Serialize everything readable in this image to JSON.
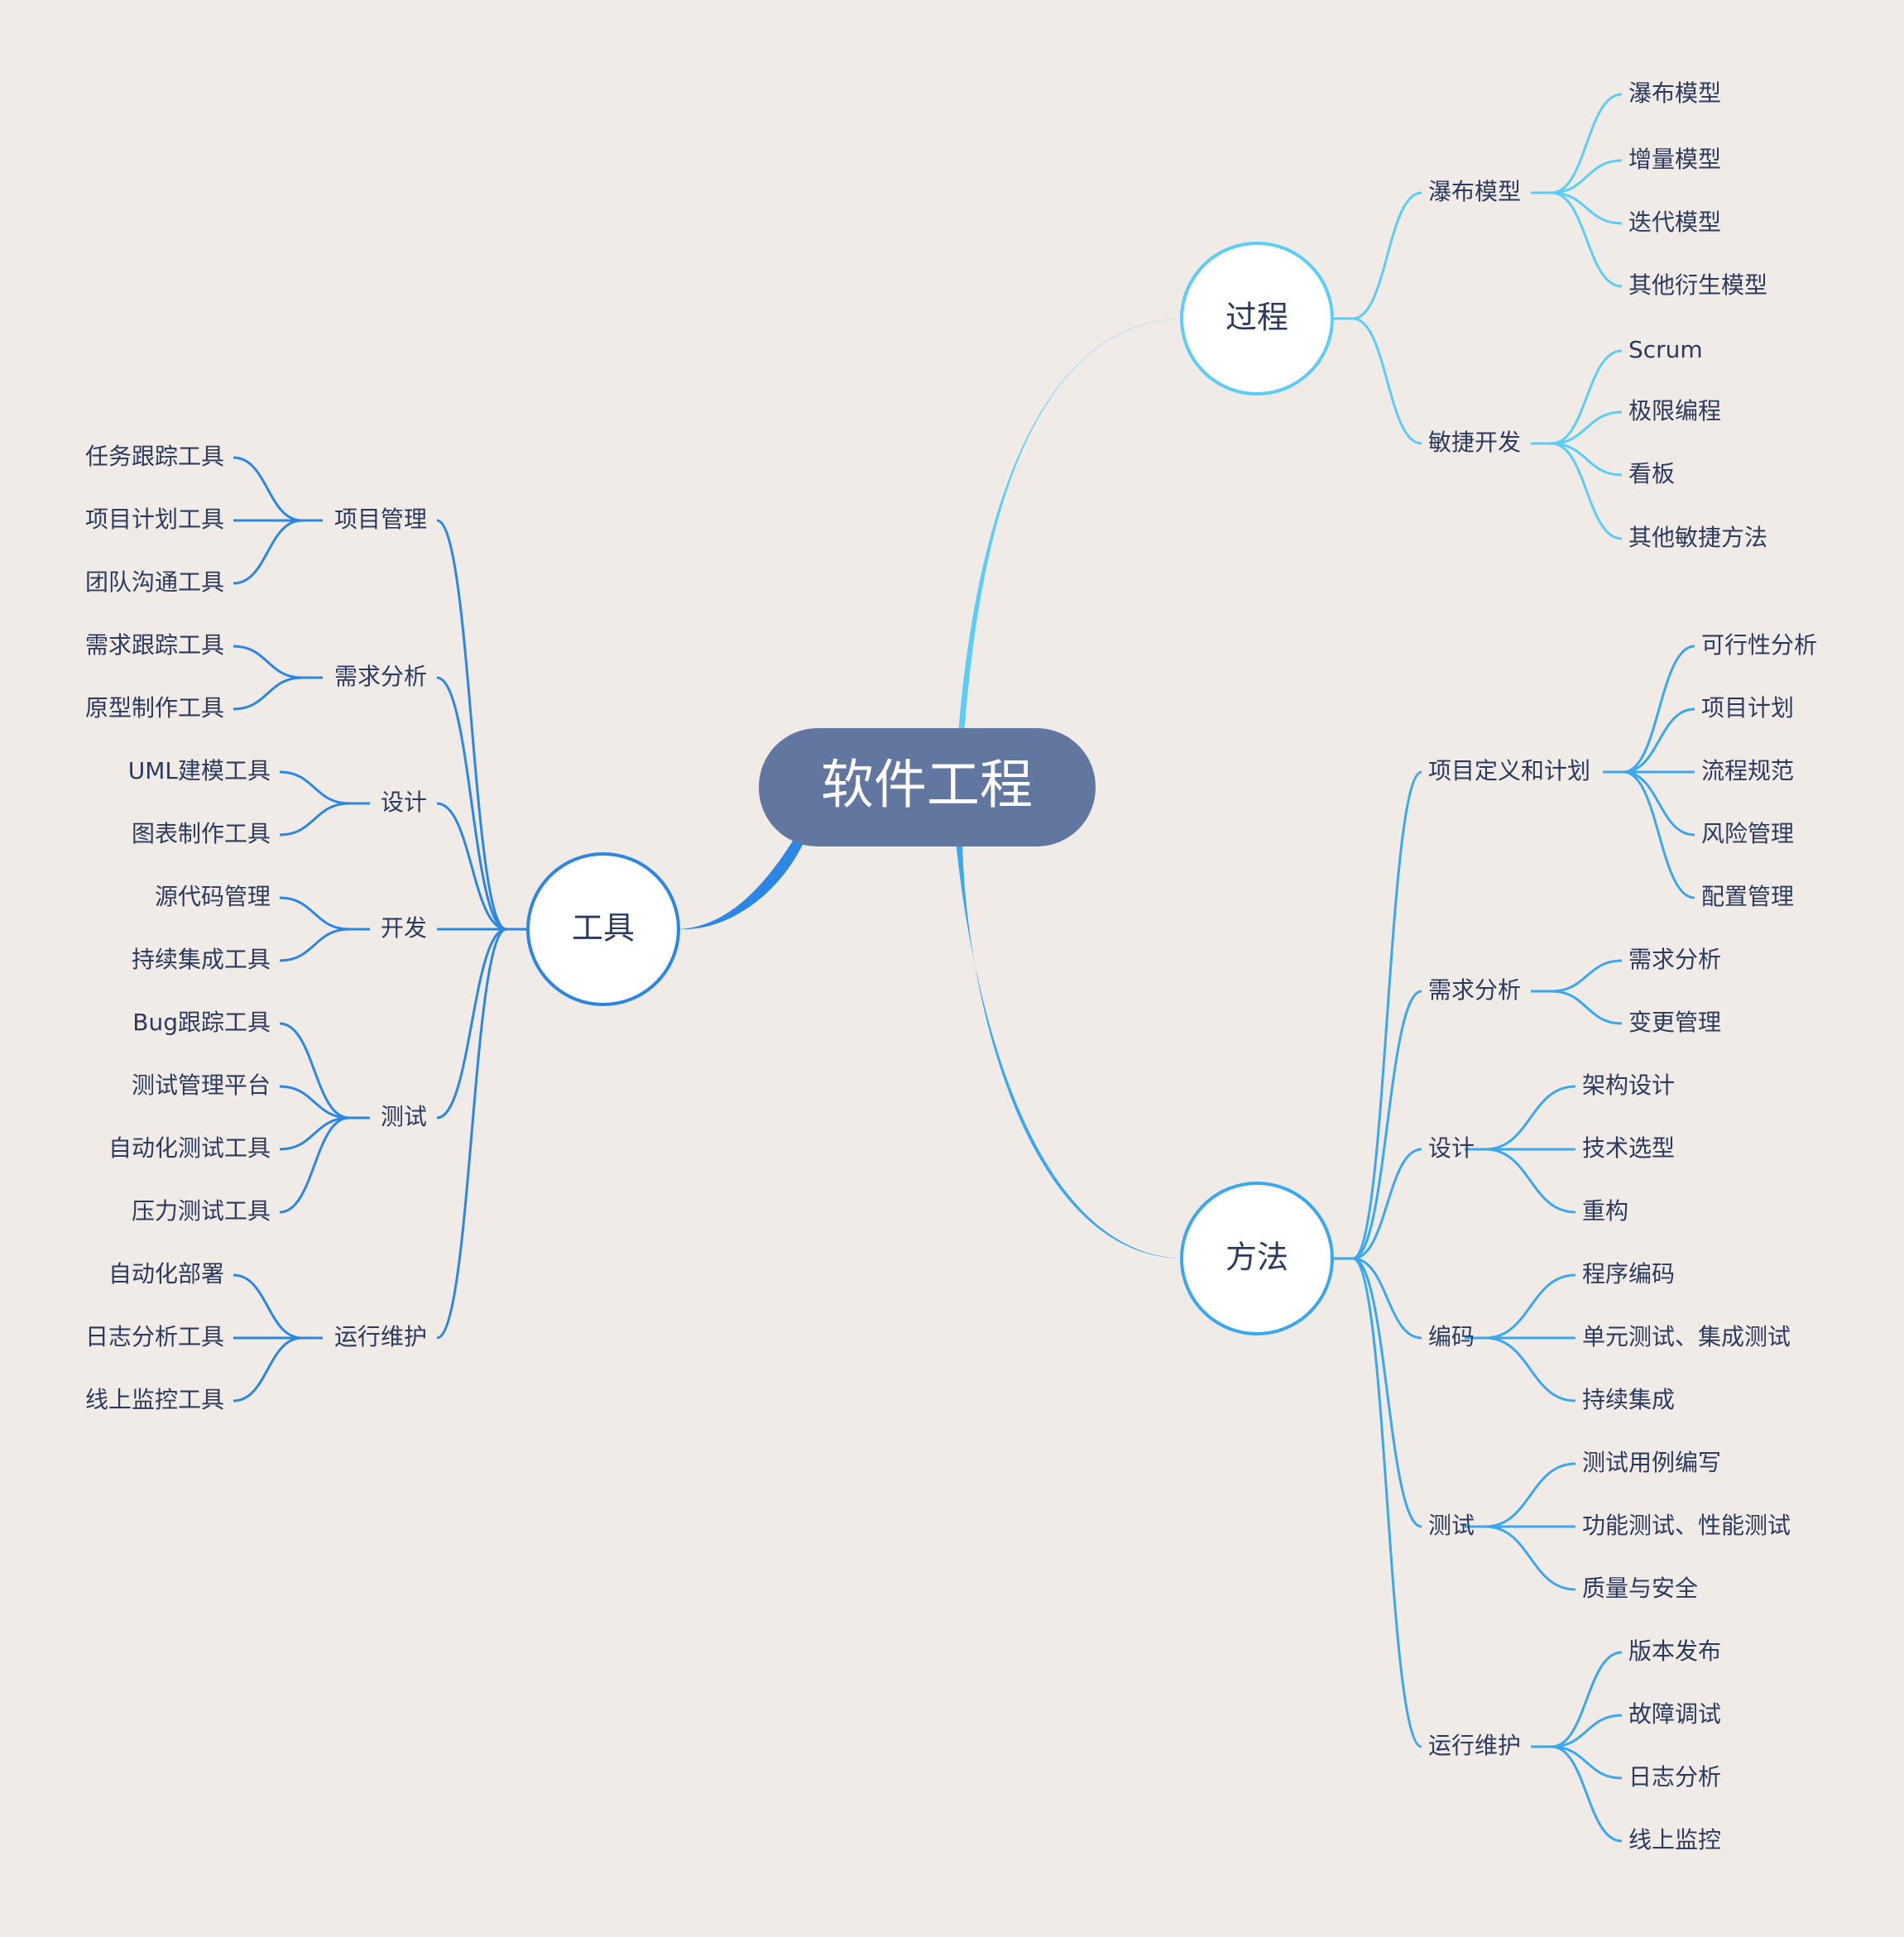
{
  "colors": {
    "background": "#f0ebe6",
    "root_fill": "#61779f",
    "branch_process": "#5bcdf7",
    "branch_method": "#3aa8ef",
    "branch_tools": "#2c87e4",
    "text": "#2c3a5e"
  },
  "root": "软件工程",
  "branches": {
    "process": {
      "label": "过程",
      "children": [
        {
          "label": "瀑布模型",
          "children": [
            "瀑布模型",
            "增量模型",
            "迭代模型",
            "其他衍生模型"
          ]
        },
        {
          "label": "敏捷开发",
          "children": [
            "Scrum",
            "极限编程",
            "看板",
            "其他敏捷方法"
          ]
        }
      ]
    },
    "method": {
      "label": "方法",
      "children": [
        {
          "label": "项目定义和计划",
          "children": [
            "可行性分析",
            "项目计划",
            "流程规范",
            "风险管理",
            "配置管理"
          ]
        },
        {
          "label": "需求分析",
          "children": [
            "需求分析",
            "变更管理"
          ]
        },
        {
          "label": "设计",
          "children": [
            "架构设计",
            "技术选型",
            "重构"
          ]
        },
        {
          "label": "编码",
          "children": [
            "程序编码",
            "单元测试、集成测试",
            "持续集成"
          ]
        },
        {
          "label": "测试",
          "children": [
            "测试用例编写",
            "功能测试、性能测试",
            "质量与安全"
          ]
        },
        {
          "label": "运行维护",
          "children": [
            "版本发布",
            "故障调试",
            "日志分析",
            "线上监控"
          ]
        }
      ]
    },
    "tools": {
      "label": "工具",
      "children": [
        {
          "label": "项目管理",
          "children": [
            "任务跟踪工具",
            "项目计划工具",
            "团队沟通工具"
          ]
        },
        {
          "label": "需求分析",
          "children": [
            "需求跟踪工具",
            "原型制作工具"
          ]
        },
        {
          "label": "设计",
          "children": [
            "UML建模工具",
            "图表制作工具"
          ]
        },
        {
          "label": "开发",
          "children": [
            "源代码管理",
            "持续集成工具"
          ]
        },
        {
          "label": "测试",
          "children": [
            "Bug跟踪工具",
            "测试管理平台",
            "自动化测试工具",
            "压力测试工具"
          ]
        },
        {
          "label": "运行维护",
          "children": [
            "自动化部署",
            "日志分析工具",
            "线上监控工具"
          ]
        }
      ]
    }
  }
}
